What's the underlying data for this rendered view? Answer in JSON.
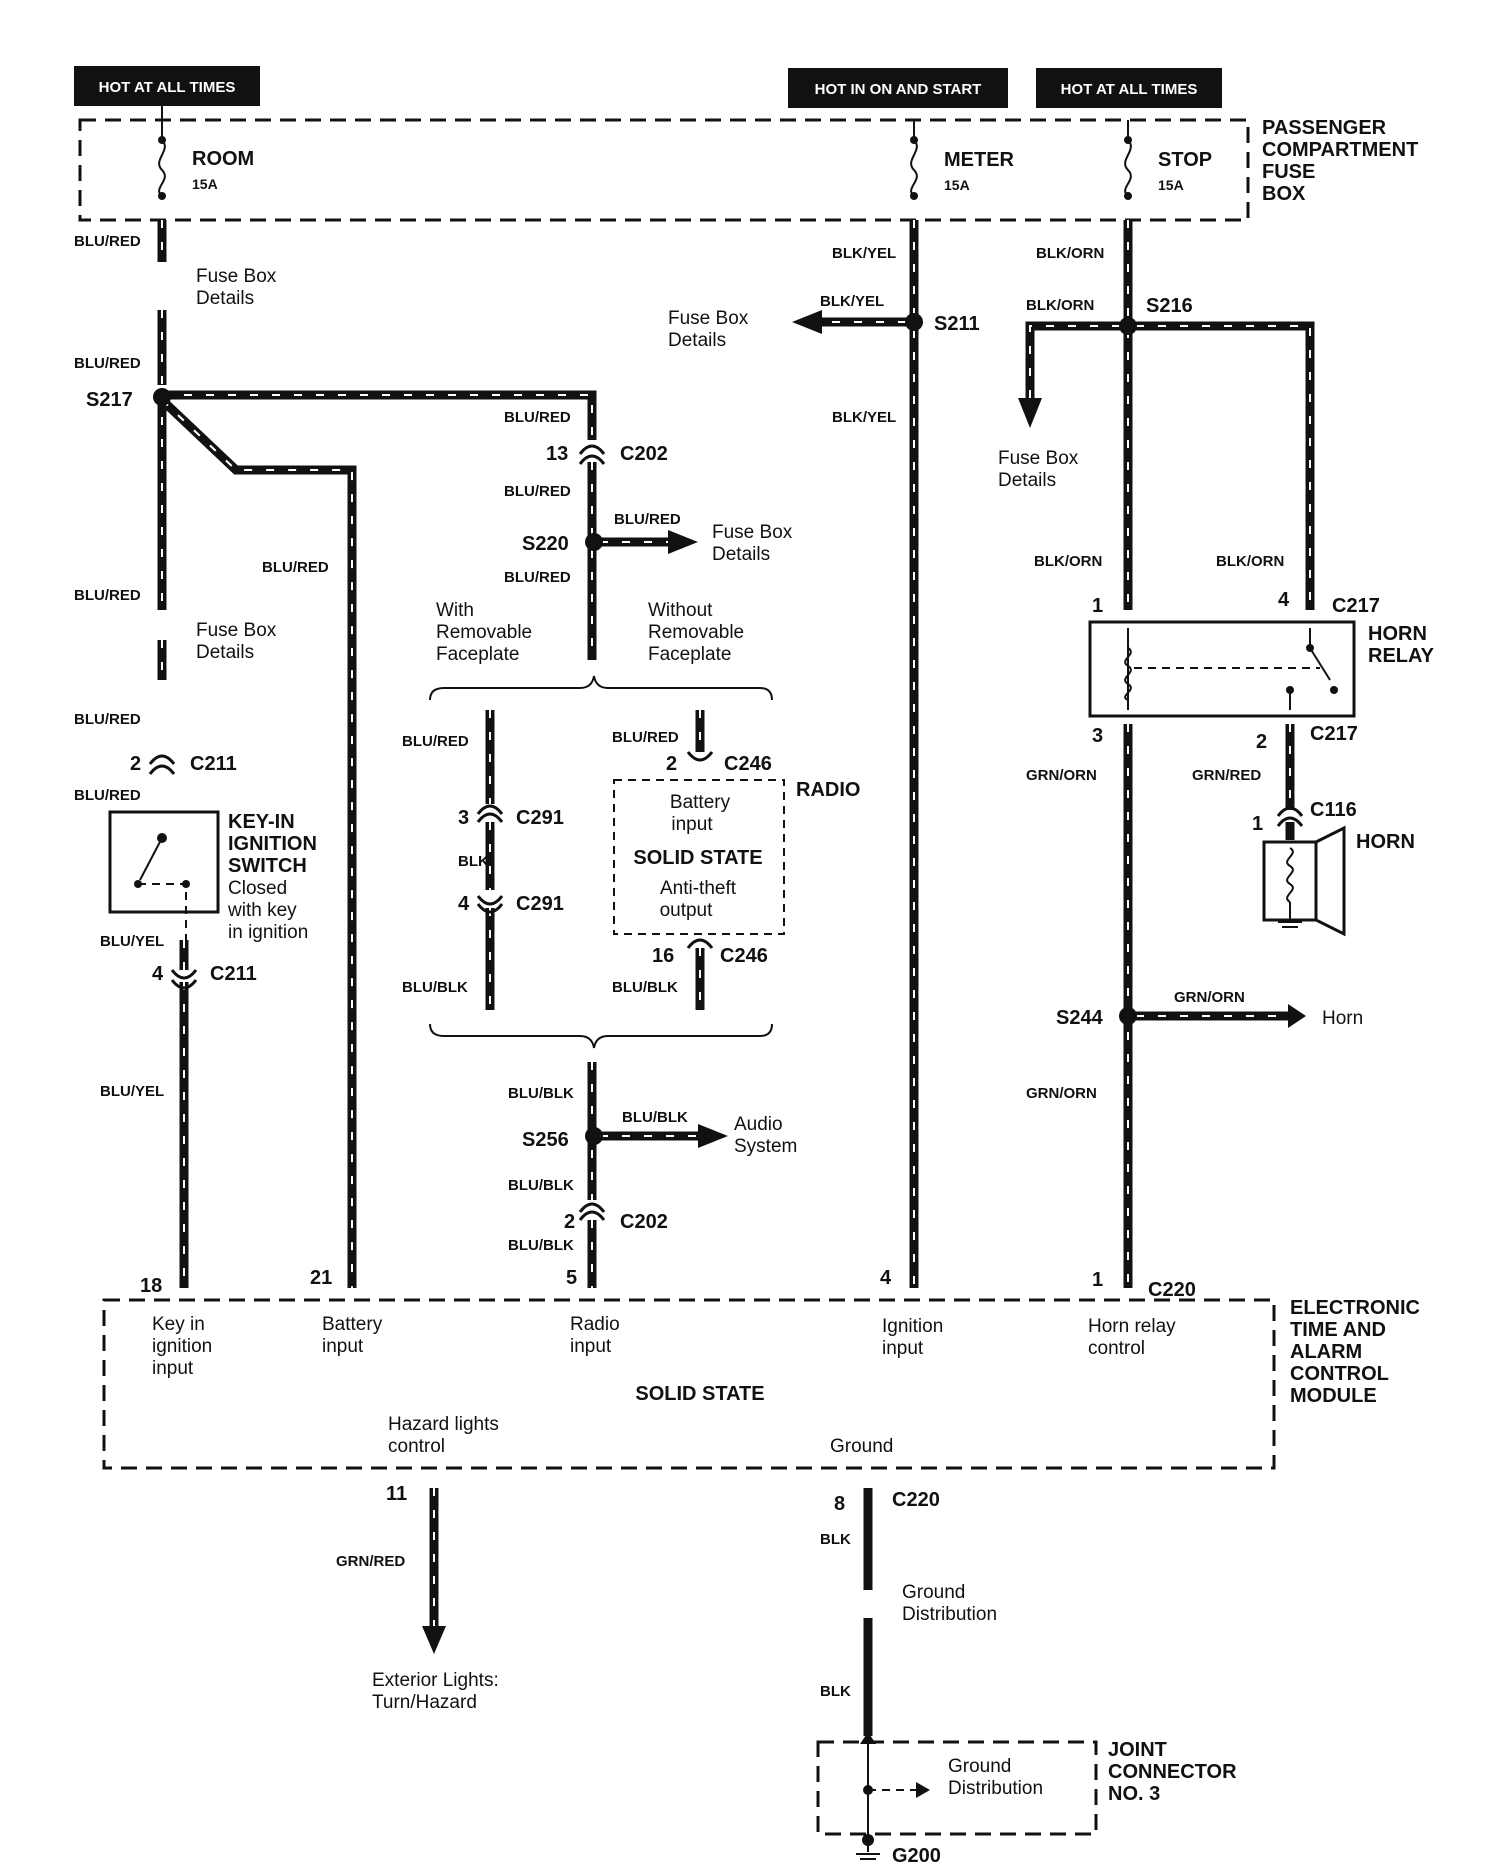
{
  "headers": {
    "room_supply": "HOT AT ALL TIMES",
    "meter_supply": "HOT IN ON AND START",
    "stop_supply": "HOT AT ALL TIMES"
  },
  "fuse_box": {
    "title_lines": [
      "PASSENGER",
      "COMPARTMENT",
      "FUSE",
      "BOX"
    ],
    "fuses": [
      {
        "name": "ROOM",
        "rating": "15A"
      },
      {
        "name": "METER",
        "rating": "15A"
      },
      {
        "name": "STOP",
        "rating": "15A"
      }
    ]
  },
  "wires": {
    "blu_red": "BLU/RED",
    "blu_yel": "BLU/YEL",
    "blk_yel": "BLK/YEL",
    "blk_orn": "BLK/ORN",
    "grn_orn": "GRN/ORN",
    "grn_red": "GRN/RED",
    "blu_blk": "BLU/BLK",
    "blk": "BLK"
  },
  "splices": {
    "s217": "S217",
    "s220": "S220",
    "s211": "S211",
    "s216": "S216",
    "s244": "S244",
    "s256": "S256"
  },
  "connectors": {
    "c202": "C202",
    "c211": "C211",
    "c291": "C291",
    "c246": "C246",
    "c217": "C217",
    "c116": "C116",
    "c220": "C220",
    "g200": "G200"
  },
  "pins": {
    "c202_13": "13",
    "c202_2": "2",
    "c211_2": "2",
    "c211_4": "4",
    "c291_3": "3",
    "c291_4": "4",
    "c246_2": "2",
    "c246_16": "16",
    "c217_1": "1",
    "c217_4": "4",
    "c217_3": "3",
    "c217_2": "2",
    "c116_1": "1",
    "mod_18": "18",
    "mod_21": "21",
    "mod_5": "5",
    "mod_4": "4",
    "mod_1": "1",
    "mod_11": "11",
    "mod_8": "8"
  },
  "refs": {
    "fuse_box_details_lines": [
      "Fuse Box",
      "Details"
    ],
    "audio_system_lines": [
      "Audio",
      "System"
    ],
    "horn_ref": "Horn",
    "exterior_lights_lines": [
      "Exterior Lights:",
      "Turn/Hazard"
    ],
    "ground_distribution_lines": [
      "Ground",
      "Distribution"
    ]
  },
  "faceplate": {
    "with_lines": [
      "With",
      "Removable",
      "Faceplate"
    ],
    "without_lines": [
      "Without",
      "Removable",
      "Faceplate"
    ]
  },
  "switch": {
    "title_lines": [
      "KEY-IN",
      "IGNITION",
      "SWITCH"
    ],
    "desc_lines": [
      "Closed",
      "with key",
      "in ignition"
    ]
  },
  "radio": {
    "title": "RADIO",
    "battery_lines": [
      "Battery",
      "input"
    ],
    "solid_state": "SOLID STATE",
    "antitheft_lines": [
      "Anti-theft",
      "output"
    ]
  },
  "horn_relay": {
    "title_lines": [
      "HORN",
      "RELAY"
    ]
  },
  "horn": {
    "title": "HORN"
  },
  "module": {
    "title_lines": [
      "ELECTRONIC",
      "TIME AND",
      "ALARM",
      "CONTROL",
      "MODULE"
    ],
    "solid_state": "SOLID STATE",
    "key_in_lines": [
      "Key in",
      "ignition",
      "input"
    ],
    "battery_lines": [
      "Battery",
      "input"
    ],
    "radio_lines": [
      "Radio",
      "input"
    ],
    "ignition_lines": [
      "Ignition",
      "input"
    ],
    "horn_relay_lines": [
      "Horn relay",
      "control"
    ],
    "hazard_lines": [
      "Hazard lights",
      "control"
    ],
    "ground": "Ground"
  },
  "joint_connector": {
    "title_lines": [
      "JOINT",
      "CONNECTOR",
      "NO. 3"
    ]
  }
}
